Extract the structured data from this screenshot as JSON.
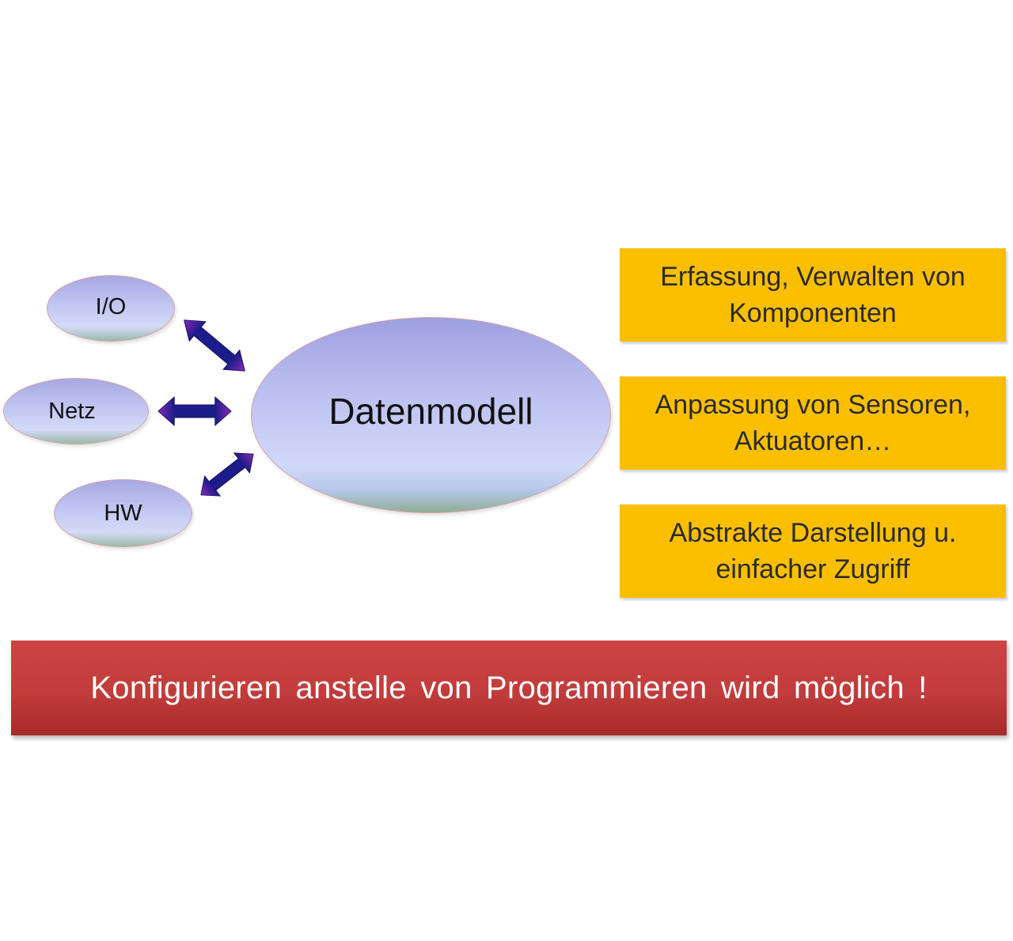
{
  "diagram": {
    "nodes": {
      "io": "I/O",
      "netz": "Netz",
      "hw": "HW",
      "center": "Datenmodell"
    },
    "features": [
      "Erfassung, Verwalten von\nKomponenten",
      "Anpassung von Sensoren,\nAktuatoren…",
      "Abstrakte Darstellung u.\neinfacher Zugriff"
    ],
    "banner": "Konfigurieren anstelle von Programmieren wird möglich !"
  },
  "colors": {
    "ellipse_fill": "#c2c6f2",
    "arrow_fill": "#1c1c8a",
    "arrow_tip": "#8a2bb8",
    "feature_box": "#fbbf00",
    "banner": "#c23c3c"
  }
}
